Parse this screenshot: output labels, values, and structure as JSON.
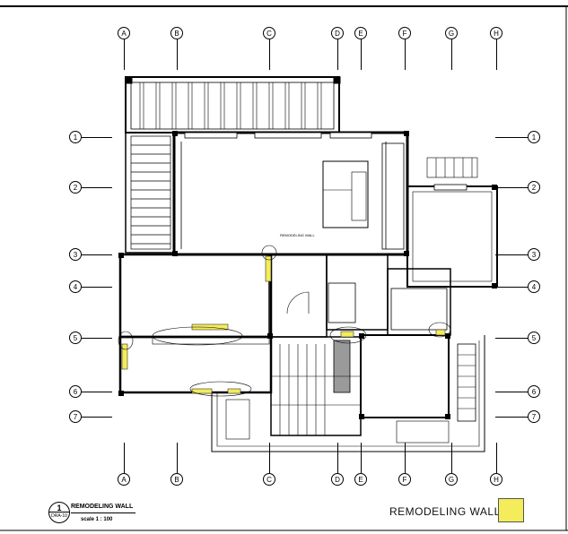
{
  "grid_columns": [
    "A",
    "B",
    "C",
    "D",
    "E",
    "F",
    "G",
    "H"
  ],
  "grid_rows": [
    "1",
    "2",
    "3",
    "4",
    "5",
    "6",
    "7"
  ],
  "title": {
    "number": "1",
    "sheet": "DRA-10",
    "name": "REMODELING WALL",
    "scale": "scale 1 : 100"
  },
  "legend": {
    "label": "REMODELING WALLS",
    "swatch_color": "#f4ec5a"
  },
  "room_labels": [
    "REMODELING WALL"
  ],
  "colors": {
    "line": "#000000",
    "remodel": "#f4ec5a",
    "shaft": "#9a9a9a"
  }
}
